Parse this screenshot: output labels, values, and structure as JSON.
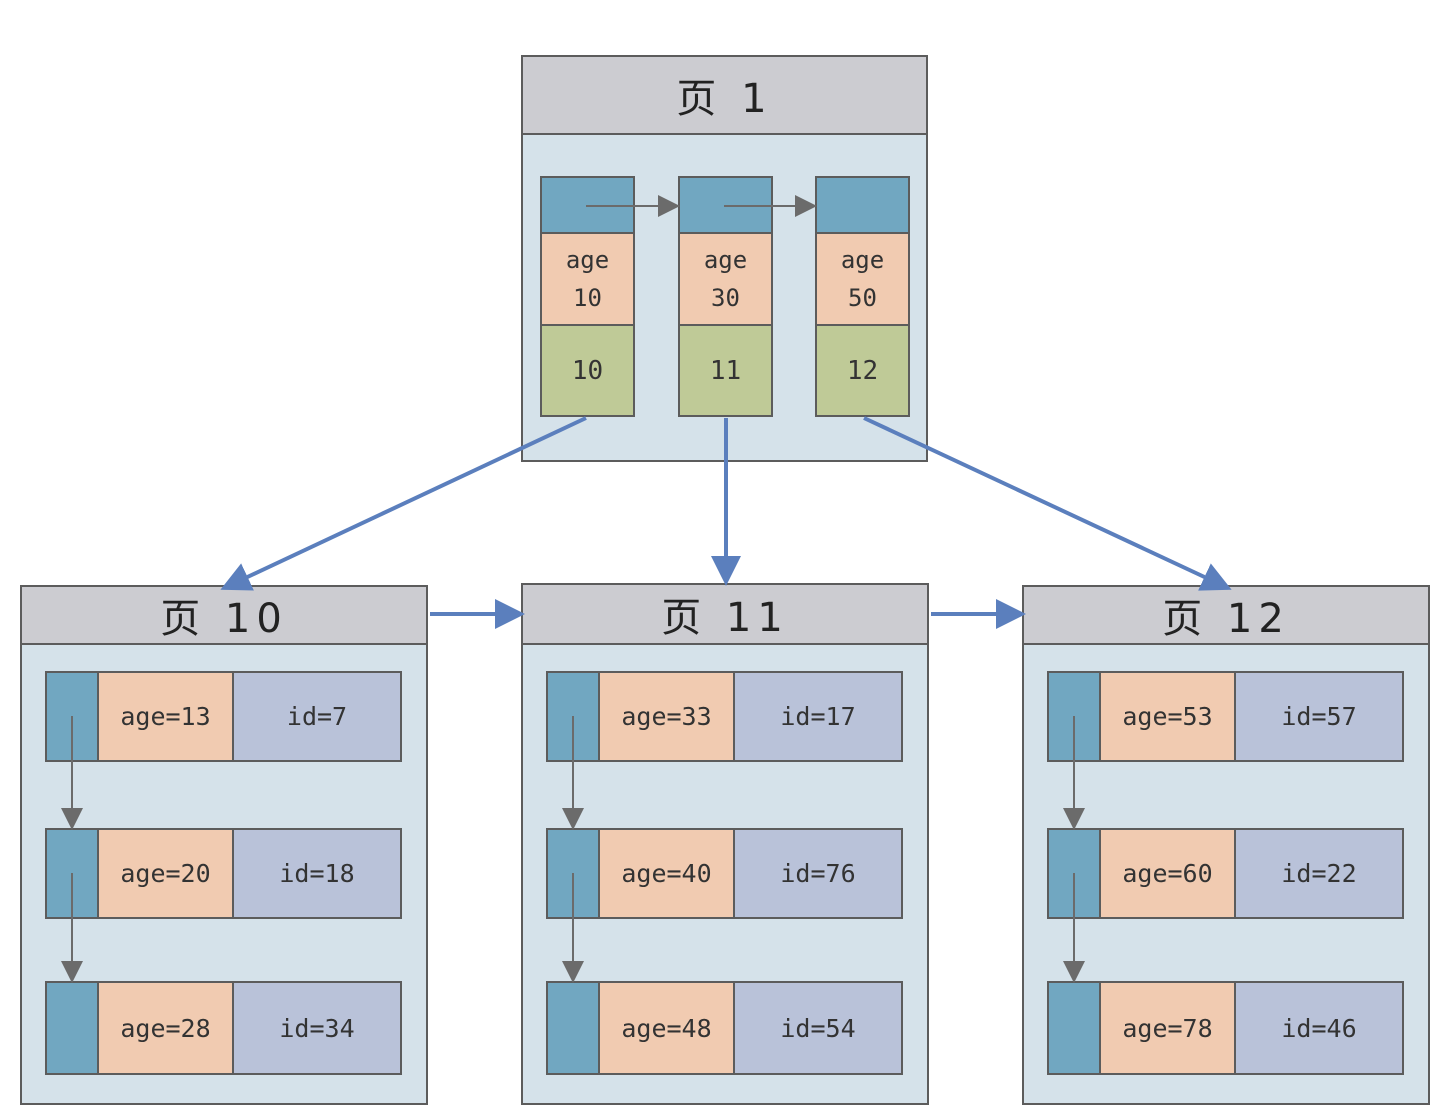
{
  "root": {
    "title": "页 1",
    "entries": [
      {
        "key_label": "age",
        "key_value": "10",
        "child": "10"
      },
      {
        "key_label": "age",
        "key_value": "30",
        "child": "11"
      },
      {
        "key_label": "age",
        "key_value": "50",
        "child": "12"
      }
    ]
  },
  "leaves": [
    {
      "title": "页 10",
      "rows": [
        {
          "age": "age=13",
          "id": "id=7"
        },
        {
          "age": "age=20",
          "id": "id=18"
        },
        {
          "age": "age=28",
          "id": "id=34"
        }
      ]
    },
    {
      "title": "页 11",
      "rows": [
        {
          "age": "age=33",
          "id": "id=17"
        },
        {
          "age": "age=40",
          "id": "id=76"
        },
        {
          "age": "age=48",
          "id": "id=54"
        }
      ]
    },
    {
      "title": "页 12",
      "rows": [
        {
          "age": "age=53",
          "id": "id=57"
        },
        {
          "age": "age=60",
          "id": "id=22"
        },
        {
          "age": "age=78",
          "id": "id=46"
        }
      ]
    }
  ],
  "colors": {
    "pointer": "#71a7c1",
    "key": "#f1cbb1",
    "child": "#bfca97",
    "id": "#b9c2d9",
    "page_body": "#d5e2ea",
    "page_header": "#ccccd1",
    "tree_arrow": "#5b7fbd",
    "list_arrow": "#6b6b6b"
  }
}
